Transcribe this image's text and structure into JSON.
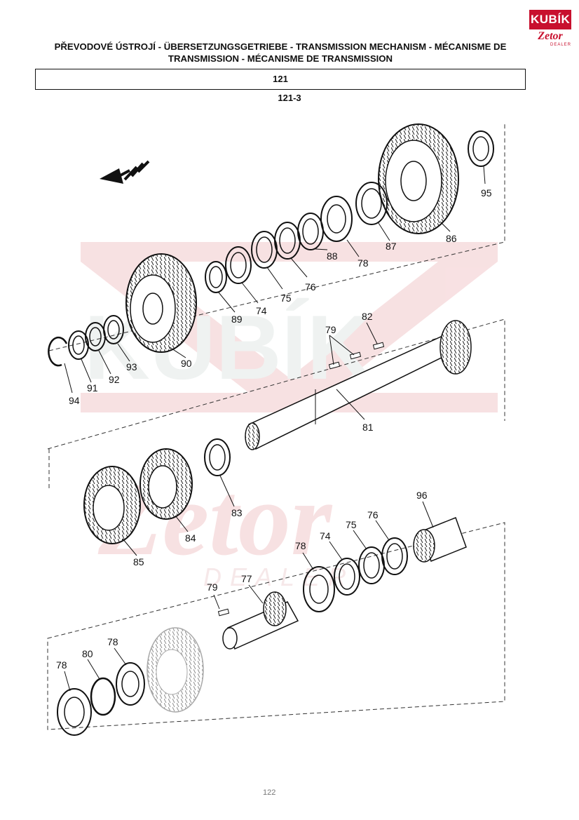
{
  "header": {
    "title_line1": "PŘEVODOVÉ ÚSTROJÍ - ÜBERSETZUNGSGETRIEBE - TRANSMISSION MECHANISM - MÉCANISME DE",
    "title_line2": "TRANSMISSION - MÉCANISME DE TRANSMISSION",
    "section": "121",
    "subsection": "121-3"
  },
  "logo": {
    "brand": "KUBÍK",
    "sub_brand": "Zetor",
    "tag": "DEALER"
  },
  "watermark": {
    "word1": "KUBÍK",
    "word2": "Zetor",
    "word3": "DEALER",
    "color": "#f2c9cc"
  },
  "part_labels": {
    "p95": "95",
    "p86": "86",
    "p87": "87",
    "p78a": "78",
    "p88": "88",
    "p76a": "76",
    "p75a": "75",
    "p74a": "74",
    "p89": "89",
    "p90": "90",
    "p93": "93",
    "p92": "92",
    "p91": "91",
    "p94": "94",
    "p79a": "79",
    "p82": "82",
    "p81": "81",
    "p83": "83",
    "p84": "84",
    "p85": "85",
    "p96": "96",
    "p76b": "76",
    "p75b": "75",
    "p74b": "74",
    "p78b": "78",
    "p79b": "79",
    "p77": "77",
    "p78c": "78",
    "p80": "80",
    "p78d": "78"
  },
  "footer": {
    "page": "122"
  }
}
